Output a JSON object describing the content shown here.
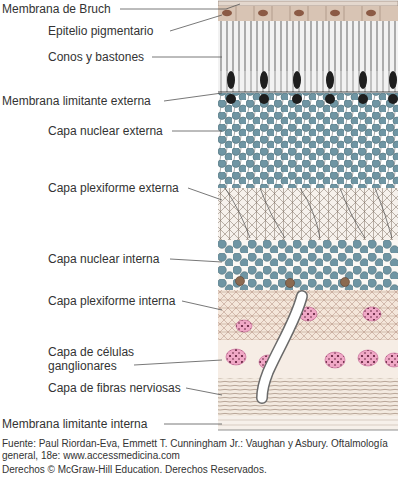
{
  "diagram": {
    "caption": "Fuente: Paul Riordan-Eva, Emmett T. Cunningham Jr.: Vaughan y Asbury. Oftalmología general, 18e: www.accessmedicina.com",
    "labels": [
      "Membrana de Bruch",
      "Epitelio pigmentario",
      "Conos y bastones",
      "Membrana limitante externa",
      "Capa nuclear externa",
      "Capa plexiforme externa",
      "Capa nuclear interna",
      "Capa plexiforme interna",
      "Capa de células ganglionares",
      "Capa de fibras nerviosas",
      "Membrana limitante interna",
      "Derechos © McGraw-Hill Education. Derechos Reservados."
    ]
  }
}
